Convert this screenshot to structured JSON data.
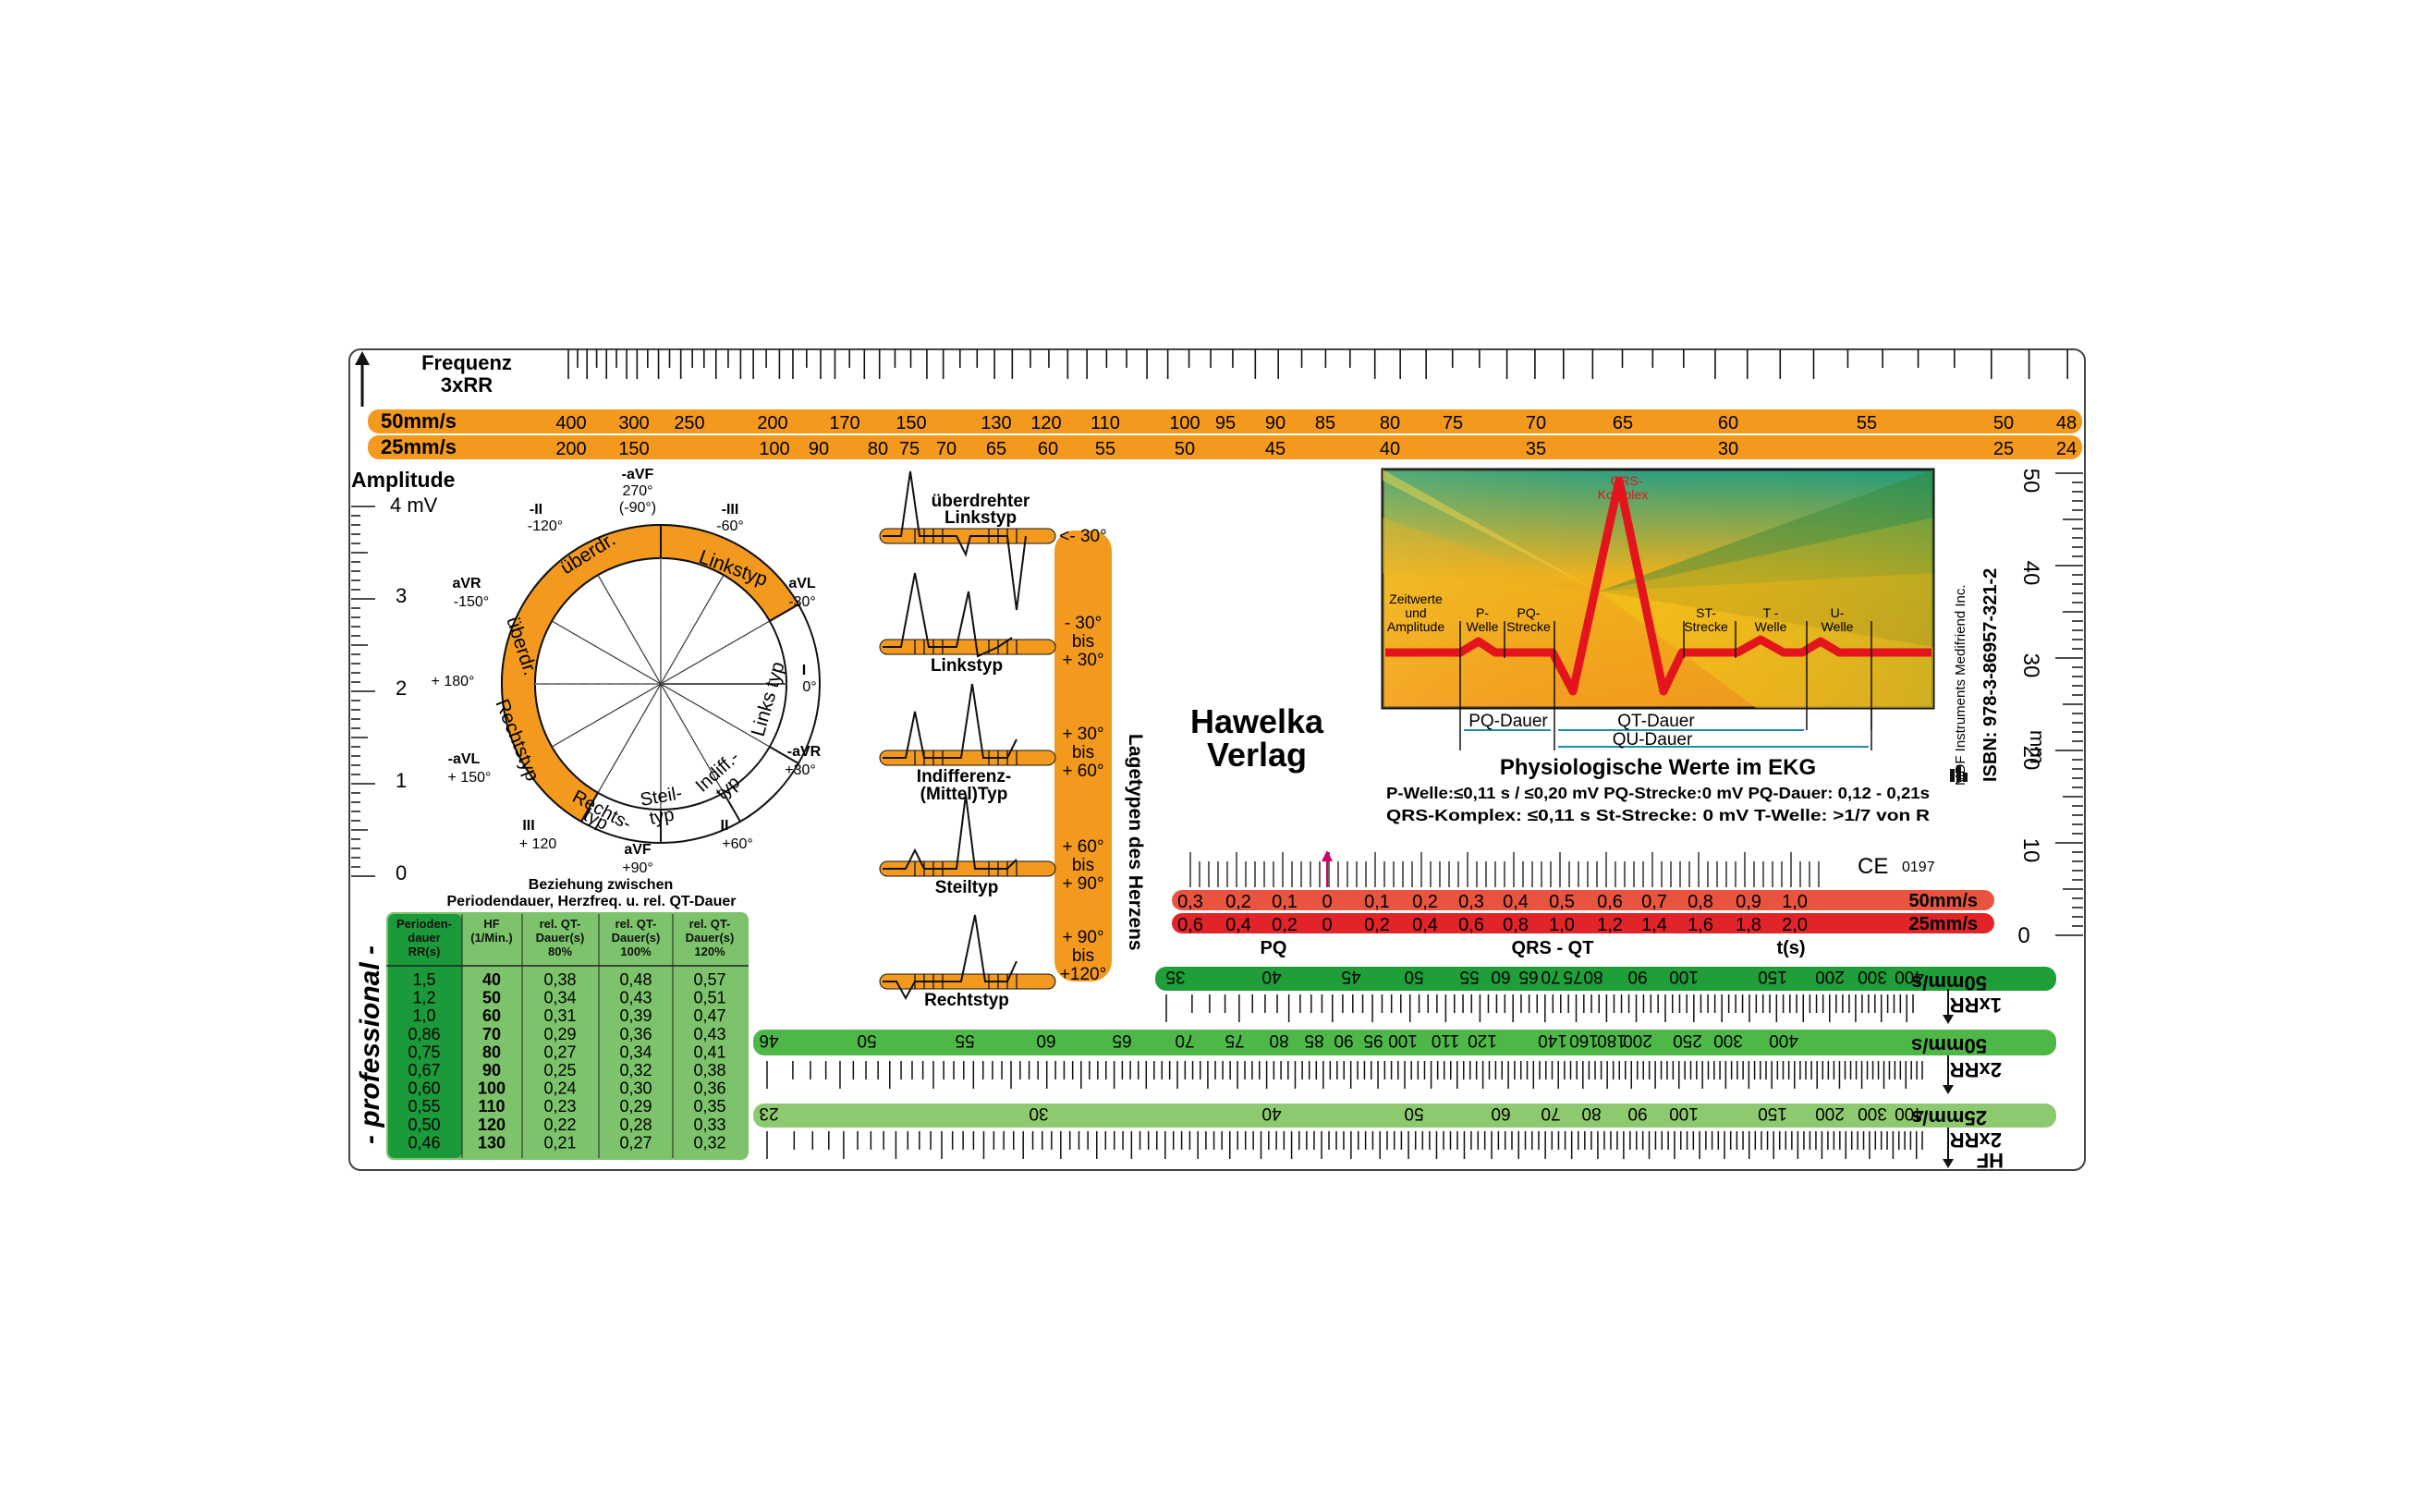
{
  "colors": {
    "orange": "#f39a1e",
    "orange_light": "#f7b04a",
    "red": "#e53a2c",
    "red_dark": "#e0242a",
    "green_dark": "#1f9e3a",
    "green": "#4db848",
    "green_light": "#8dc96e",
    "table_bg": "#7cc36b",
    "table_col1": "#1a9a3a",
    "ink": "#111111"
  },
  "top": {
    "freq_title": "Frequenz",
    "freq_sub": "3xRR",
    "row50_label": "50mm/s",
    "row25_label": "25mm/s",
    "row50_values": [
      "400",
      "300",
      "250",
      "200",
      "170",
      "150",
      "130",
      "120",
      "110",
      "100",
      "95",
      "90",
      "85",
      "80",
      "75",
      "70",
      "65",
      "60",
      "55",
      "50",
      "48"
    ],
    "row25_values": [
      "200",
      "150",
      "100",
      "90",
      "80",
      "75",
      "70",
      "65",
      "60",
      "55",
      "50",
      "45",
      "40",
      "35",
      "30",
      "25",
      "24"
    ]
  },
  "amplitude": {
    "title": "Amplitude",
    "unit_label": "4 mV",
    "labels": [
      "3",
      "2",
      "1",
      "0"
    ]
  },
  "axis_circle": {
    "inner_labels": {
      "linkstyp_top": "Linkstyp",
      "ueberdr_top": "überdr.",
      "ueberdr_left": "überdr.",
      "rechtstyp_left": "Rechtstyp",
      "rechts_bottom": "Rechts-",
      "rechts_bottom2": "typ",
      "steil": "Steil-",
      "steil2": "typ",
      "indiff": "Indiff.-",
      "indiff2": "typ",
      "links_right": "Links typ"
    },
    "leads": {
      "top": "-aVF",
      "top2": "270°",
      "top3": "(-90°)",
      "tl": "-II",
      "tl2": "-120°",
      "tr": "-III",
      "tr2": "-60°",
      "l_up": "aVR",
      "l_up2": "-150°",
      "r_up": "aVL",
      "r_up2": "-30°",
      "left": "+ 180°",
      "right": "I",
      "right2": "0°",
      "l_dn": "-aVL",
      "l_dn2": "+ 150°",
      "r_dn": "-aVR",
      "r_dn2": "+30°",
      "bl": "III",
      "bl2": "+ 120",
      "br": "II",
      "br2": "+60°",
      "bottom": "aVF",
      "bottom2": "+90°"
    }
  },
  "table": {
    "caption1": "Beziehung zwischen",
    "caption2": "Periodendauer, Herzfreq. u. rel. QT-Dauer",
    "headers": [
      [
        "Perioden-",
        "dauer",
        "RR(s)"
      ],
      [
        "HF",
        "(1/Min.)"
      ],
      [
        "rel. QT-",
        "Dauer(s)",
        "80%"
      ],
      [
        "rel. QT-",
        "Dauer(s)",
        "100%"
      ],
      [
        "rel. QT-",
        "Dauer(s)",
        "120%"
      ]
    ],
    "rows": [
      [
        "1,5",
        "40",
        "0,38",
        "0,48",
        "0,57"
      ],
      [
        "1,2",
        "50",
        "0,34",
        "0,43",
        "0,51"
      ],
      [
        "1,0",
        "60",
        "0,31",
        "0,39",
        "0,47"
      ],
      [
        "0,86",
        "70",
        "0,29",
        "0,36",
        "0,43"
      ],
      [
        "0,75",
        "80",
        "0,27",
        "0,34",
        "0,41"
      ],
      [
        "0,67",
        "90",
        "0,25",
        "0,32",
        "0,38"
      ],
      [
        "0,60",
        "100",
        "0,24",
        "0,30",
        "0,36"
      ],
      [
        "0,55",
        "110",
        "0,23",
        "0,29",
        "0,35"
      ],
      [
        "0,50",
        "120",
        "0,22",
        "0,28",
        "0,33"
      ],
      [
        "0,46",
        "130",
        "0,21",
        "0,27",
        "0,32"
      ]
    ]
  },
  "side_text": "- professional -",
  "types": {
    "labels": [
      "überdrehter",
      "Linkstyp",
      "Linkstyp",
      "Indifferenz-",
      "(Mittel)Typ",
      "Steiltyp",
      "Rechtstyp"
    ],
    "ranges": [
      "<- 30°",
      "-  30°",
      "bis",
      "+ 30°",
      "+ 30°",
      "bis",
      "+ 60°",
      "+ 60°",
      "bis",
      "+ 90°",
      "+ 90°",
      "bis",
      "+120°"
    ],
    "vertical_title": "Lagetypen des Herzens"
  },
  "publisher": [
    "Hawelka",
    "Verlag"
  ],
  "ekg": {
    "qrs_label": "QRS-",
    "qrs_label2": "Komplex",
    "zeitwerte": [
      "Zeitwerte",
      "und",
      "Amplitude"
    ],
    "waves": [
      [
        "P-",
        "Welle"
      ],
      [
        "PQ-",
        "Strecke"
      ],
      [
        "ST-",
        "Strecke"
      ],
      [
        "T -",
        "Welle"
      ],
      [
        "U-",
        "Welle"
      ]
    ],
    "pq_dauer": "PQ-Dauer",
    "qt_dauer": "QT-Dauer",
    "qu_dauer": "QU-Dauer",
    "title": "Physiologische Werte im EKG",
    "line1": "P-Welle:≤0,11 s / ≤0,20 mV PQ-Strecke:0 mV PQ-Dauer: 0,12 - 0,21s",
    "line2": "QRS-Komplex: ≤0,11 s St-Strecke: 0 mV T-Welle: >1/7 von R"
  },
  "imprint": {
    "company": "MDF Instruments Medifriend Inc.",
    "isbn": "ISBN: 978-3-86957-321-2",
    "ce": "CE",
    "ce_num": "0197"
  },
  "mm_scale": {
    "labels": [
      "50",
      "40",
      "30",
      "20",
      "10",
      "0"
    ],
    "unit": "mm"
  },
  "time_scale": {
    "row50": [
      "0,3",
      "0,2",
      "0,1",
      "0",
      "0,1",
      "0,2",
      "0,3",
      "0,4",
      "0,5",
      "0,6",
      "0,7",
      "0,8",
      "0,9",
      "1,0"
    ],
    "row50_label": "50mm/s",
    "row25": [
      "0,6",
      "0,4",
      "0,2",
      "0",
      "0,2",
      "0,4",
      "0,6",
      "0,8",
      "1,0",
      "1,2",
      "1,4",
      "1,6",
      "1,8",
      "2,0"
    ],
    "row25_label": "25mm/s",
    "pq": "PQ",
    "qrs_qt": "QRS - QT",
    "ts": "t(s)"
  },
  "rr_scales": {
    "rr1_values": [
      "35",
      "40",
      "45",
      "50",
      "55",
      "60",
      "65",
      "70",
      "75",
      "80",
      "90",
      "100",
      "150",
      "200",
      "300",
      "400"
    ],
    "rr1_speed": "50mm/s",
    "rr1_tag": "1xRR",
    "rr2a_values": [
      "46",
      "50",
      "55",
      "60",
      "65",
      "70",
      "75",
      "80",
      "85",
      "90",
      "95",
      "100",
      "110",
      "120",
      "140",
      "160",
      "180",
      "200",
      "250",
      "300",
      "400"
    ],
    "rr2a_speed": "50mm/s",
    "rr2a_tag": "2xRR",
    "rr2b_values": [
      "23",
      "30",
      "40",
      "50",
      "60",
      "70",
      "80",
      "90",
      "100",
      "150",
      "200",
      "300",
      "400"
    ],
    "rr2b_speed": "25mm/s",
    "rr2b_tag": "2xRR",
    "hf_tag": "HF"
  }
}
